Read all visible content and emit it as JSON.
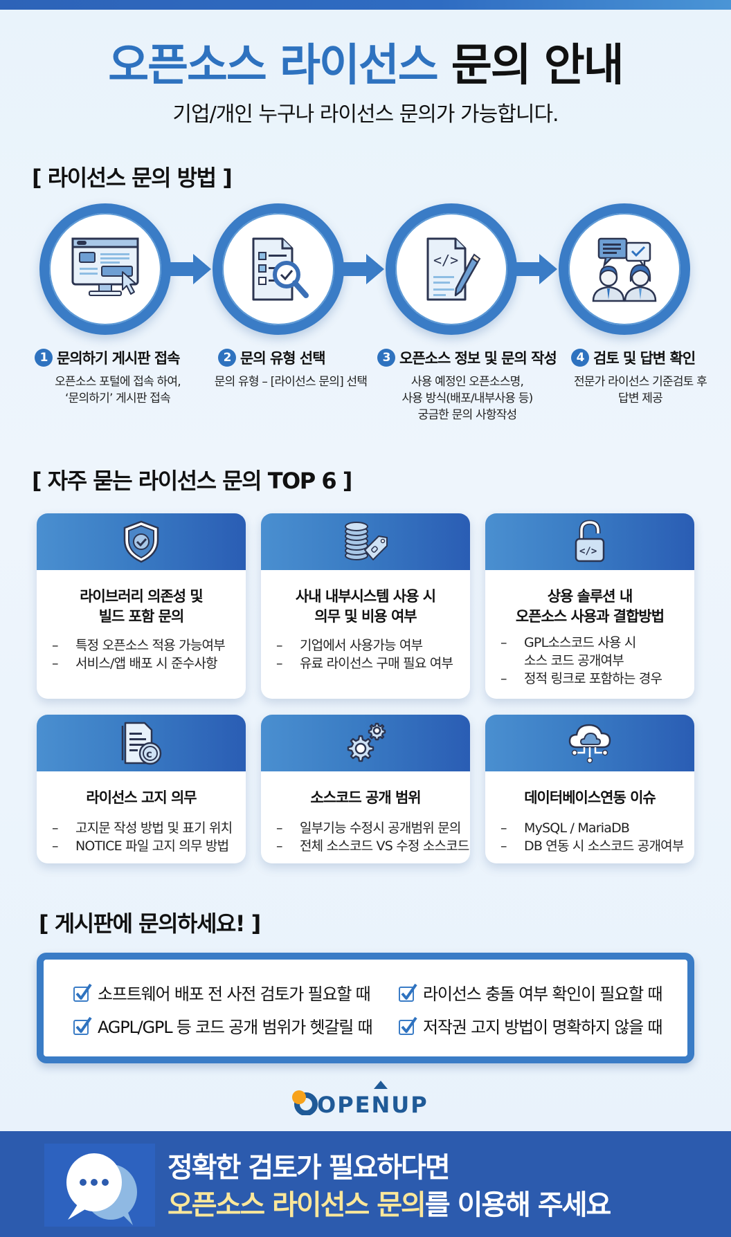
{
  "header": {
    "title_highlight": "오픈소스 라이선스",
    "title_rest": "문의 안내",
    "subtitle": "기업/개인 누구나 라이선스 문의가 가능합니다."
  },
  "method_section": {
    "heading": "[ 라이선스 문의 방법 ]",
    "steps": [
      {
        "number": "1",
        "icon": "monitor-click-icon",
        "label": "문의하기 게시판 접속",
        "desc_lines": [
          "오픈소스 포털에 접속 하여,",
          "‘문의하기’ 게시판 접속"
        ]
      },
      {
        "number": "2",
        "icon": "document-search-icon",
        "label": "문의 유형 선택",
        "desc_lines": [
          "문의 유형 – [라이선스 문의] 선택"
        ]
      },
      {
        "number": "3",
        "icon": "code-document-pencil-icon",
        "label": "오픈소스 정보 및 문의 작성",
        "desc_lines": [
          "사용 예정인 오픈소스명,",
          "사용 방식(배포/내부사용 등)",
          "궁금한 문의 사항작성"
        ]
      },
      {
        "number": "4",
        "icon": "experts-chat-icon",
        "label": "검토 및 답변 확인",
        "desc_lines": [
          "전문가 라이선스 기준검토 후",
          "답변 제공"
        ]
      }
    ]
  },
  "top6_section": {
    "heading": "[ 자주 묻는 라이선스 문의 TOP 6 ]",
    "cards": [
      {
        "icon": "shield-check-icon",
        "title_lines": [
          "라이브러리 의존성 및",
          "빌드 포함 문의"
        ],
        "items": [
          [
            "특정 오픈소스 적용 가능여부"
          ],
          [
            "서비스/앱 배포 시 준수사항"
          ]
        ]
      },
      {
        "icon": "coins-tag-icon",
        "title_lines": [
          "사내 내부시스템 사용 시",
          "의무 및 비용 여부"
        ],
        "items": [
          [
            "기업에서 사용가능 여부"
          ],
          [
            "유료 라이선스 구매 필요 여부"
          ]
        ]
      },
      {
        "icon": "unlocked-code-icon",
        "title_lines": [
          "상용 솔루션 내",
          "오픈소스 사용과 결합방법"
        ],
        "items": [
          [
            "GPL소스코드 사용 시",
            "소스 코드 공개여부"
          ],
          [
            "정적 링크로 포함하는 경우"
          ]
        ]
      },
      {
        "icon": "copyright-document-icon",
        "title_lines": [
          "라이선스 고지 의무"
        ],
        "items": [
          [
            "고지문 작성 방법 및 표기 위치"
          ],
          [
            "NOTICE 파일 고지 의무 방법"
          ]
        ]
      },
      {
        "icon": "gears-icon",
        "title_lines": [
          "소스코드 공개 범위"
        ],
        "items": [
          [
            "일부기능 수정시 공개범위 문의"
          ],
          [
            "전체 소스코드 VS 수정 소스코드"
          ]
        ]
      },
      {
        "icon": "cloud-network-icon",
        "title_lines": [
          "데이터베이스연동 이슈"
        ],
        "items": [
          [
            "MySQL / MariaDB"
          ],
          [
            "DB 연동 시 소스코드 공개여부"
          ]
        ]
      }
    ]
  },
  "board_section": {
    "heading": "[ 게시판에 문의하세요!  ]",
    "checklist": [
      "소프트웨어 배포 전 사전 검토가 필요할 때",
      "라이선스 충돌 여부 확인이 필요할 때",
      "AGPL/GPL 등 코드 공개 범위가 헷갈릴 때",
      "저작권 고지 방법이 명확하지 않을 때"
    ]
  },
  "logo": {
    "text": "OPENUP"
  },
  "banner": {
    "line1": "정확한 검토가 필요하다면",
    "line2_highlight": "오픈소스 라이선스 문의",
    "line2_rest": "를 이용해 주세요"
  },
  "colors": {
    "primary_blue": "#2e72bf",
    "ring_blue": "#3a7cc6",
    "banner_blue": "#2c5bae",
    "highlight_yellow": "#fbe79a",
    "logo_orange": "#f7a21b",
    "logo_navy": "#1f5a97"
  }
}
